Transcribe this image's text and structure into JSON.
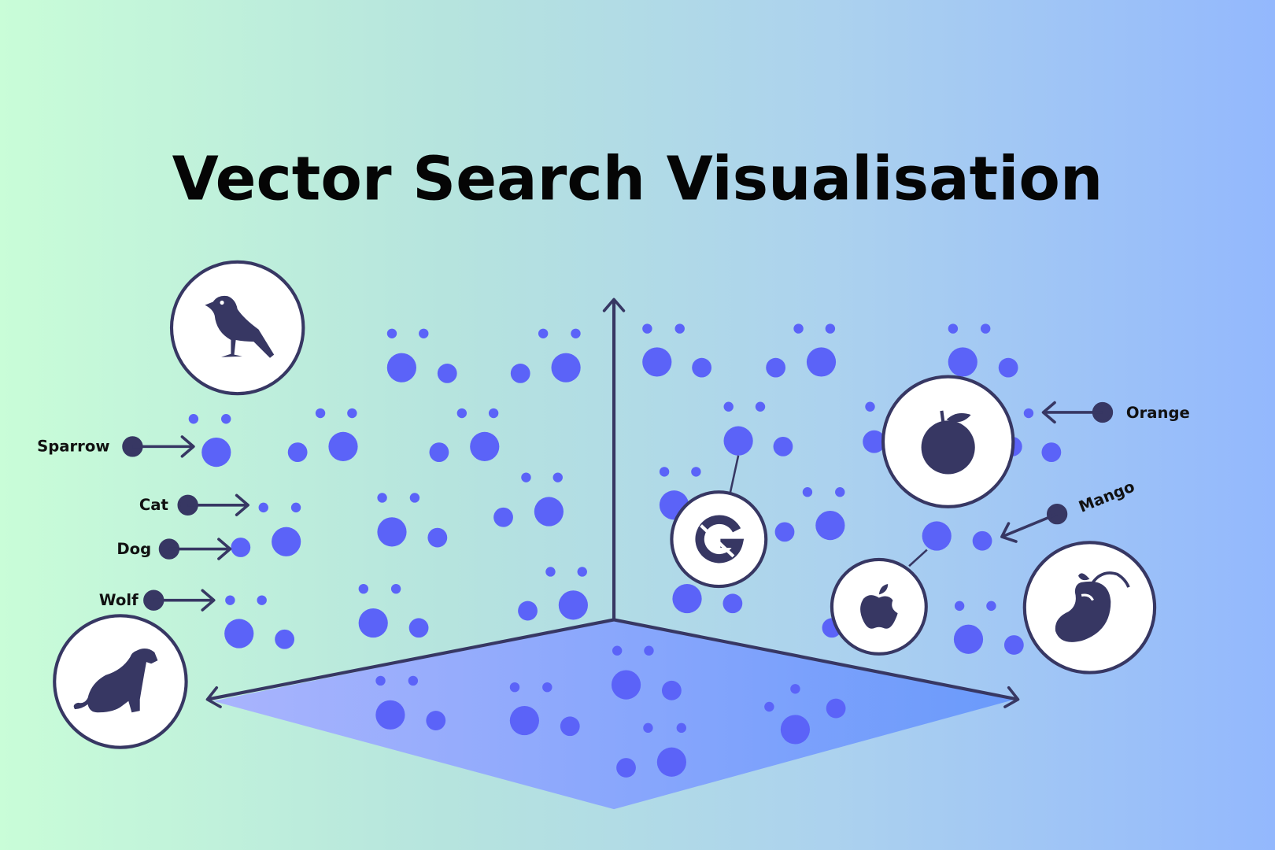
{
  "title": "Vector Search Visualisation",
  "labels": {
    "sparrow": "Sparrow",
    "cat": "Cat",
    "dog": "Dog",
    "wolf": "Wolf",
    "orange": "Orange",
    "mango": "Mango"
  },
  "icons": [
    "bird-icon",
    "dog-icon",
    "fruit-orange-icon",
    "google-logo-icon",
    "apple-logo-icon",
    "mango-icon"
  ],
  "colors": {
    "dot": "#5b63f8",
    "ink": "#373763",
    "floor_left": "#a7b3fd",
    "floor_right": "#6c9bfb"
  }
}
